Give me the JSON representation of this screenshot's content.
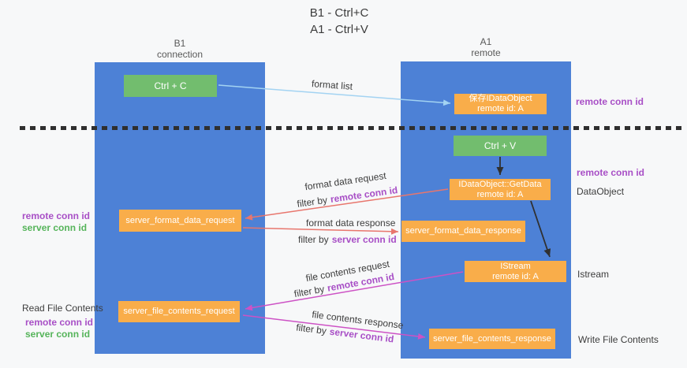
{
  "title": {
    "line1": "B1 - Ctrl+C",
    "line2": "A1 - Ctrl+V"
  },
  "lanes": {
    "left": {
      "name": "B1",
      "role": "connection"
    },
    "right": {
      "name": "A1",
      "role": "remote"
    }
  },
  "boxes": {
    "ctrl_c": {
      "label": "Ctrl + C"
    },
    "ctrl_v": {
      "label": "Ctrl + V"
    },
    "save_dataobject": {
      "line1": "保存IDataObject",
      "line2": "remote id: A"
    },
    "getdata": {
      "line1": "IDataObject::GetData",
      "line2": "remote id: A"
    },
    "istream": {
      "line1": "IStream",
      "line2": "remote id: A"
    },
    "server_format_data_request": {
      "label": "server_format_data_request"
    },
    "server_format_data_response": {
      "label": "server_format_data_response"
    },
    "server_file_contents_request": {
      "label": "server_file_contents_request"
    },
    "server_file_contents_response": {
      "label": "server_file_contents_response"
    }
  },
  "edges": {
    "format_list": {
      "label": "format list"
    },
    "format_data_request": {
      "label": "format data request",
      "filter_prefix": "filter by",
      "filter_key": "remote conn id"
    },
    "format_data_response": {
      "label": "format data response",
      "filter_prefix": "filter by",
      "filter_key": "server conn id"
    },
    "file_contents_request": {
      "label": "file contents request",
      "filter_prefix": "filter by",
      "filter_key": "remote conn id"
    },
    "file_contents_response": {
      "label": "file contents response",
      "filter_prefix": "filter by",
      "filter_key": "server conn id"
    }
  },
  "side_labels": {
    "left": {
      "format_remote_conn_id": "remote conn id",
      "format_server_conn_id": "server conn id",
      "read_file_contents": "Read File Contents",
      "file_remote_conn_id": "remote conn id",
      "file_server_conn_id": "server conn id"
    },
    "right": {
      "clipboard_remote_conn_id": "remote conn id",
      "paste_remote_conn_id": "remote conn id",
      "dataobject": "DataObject",
      "istream": "Istream",
      "write_file_contents": "Write File Contents"
    }
  },
  "colors": {
    "lane_blue": "#4d81d6",
    "box_green": "#72bd6e",
    "box_orange": "#f9ad4a",
    "id_purple": "#a84fc6",
    "id_green": "#55b45a",
    "arrow_light_blue": "#a3d3f2",
    "arrow_red": "#e8766d",
    "arrow_magenta": "#cd52c5",
    "arrow_black": "#303030"
  }
}
